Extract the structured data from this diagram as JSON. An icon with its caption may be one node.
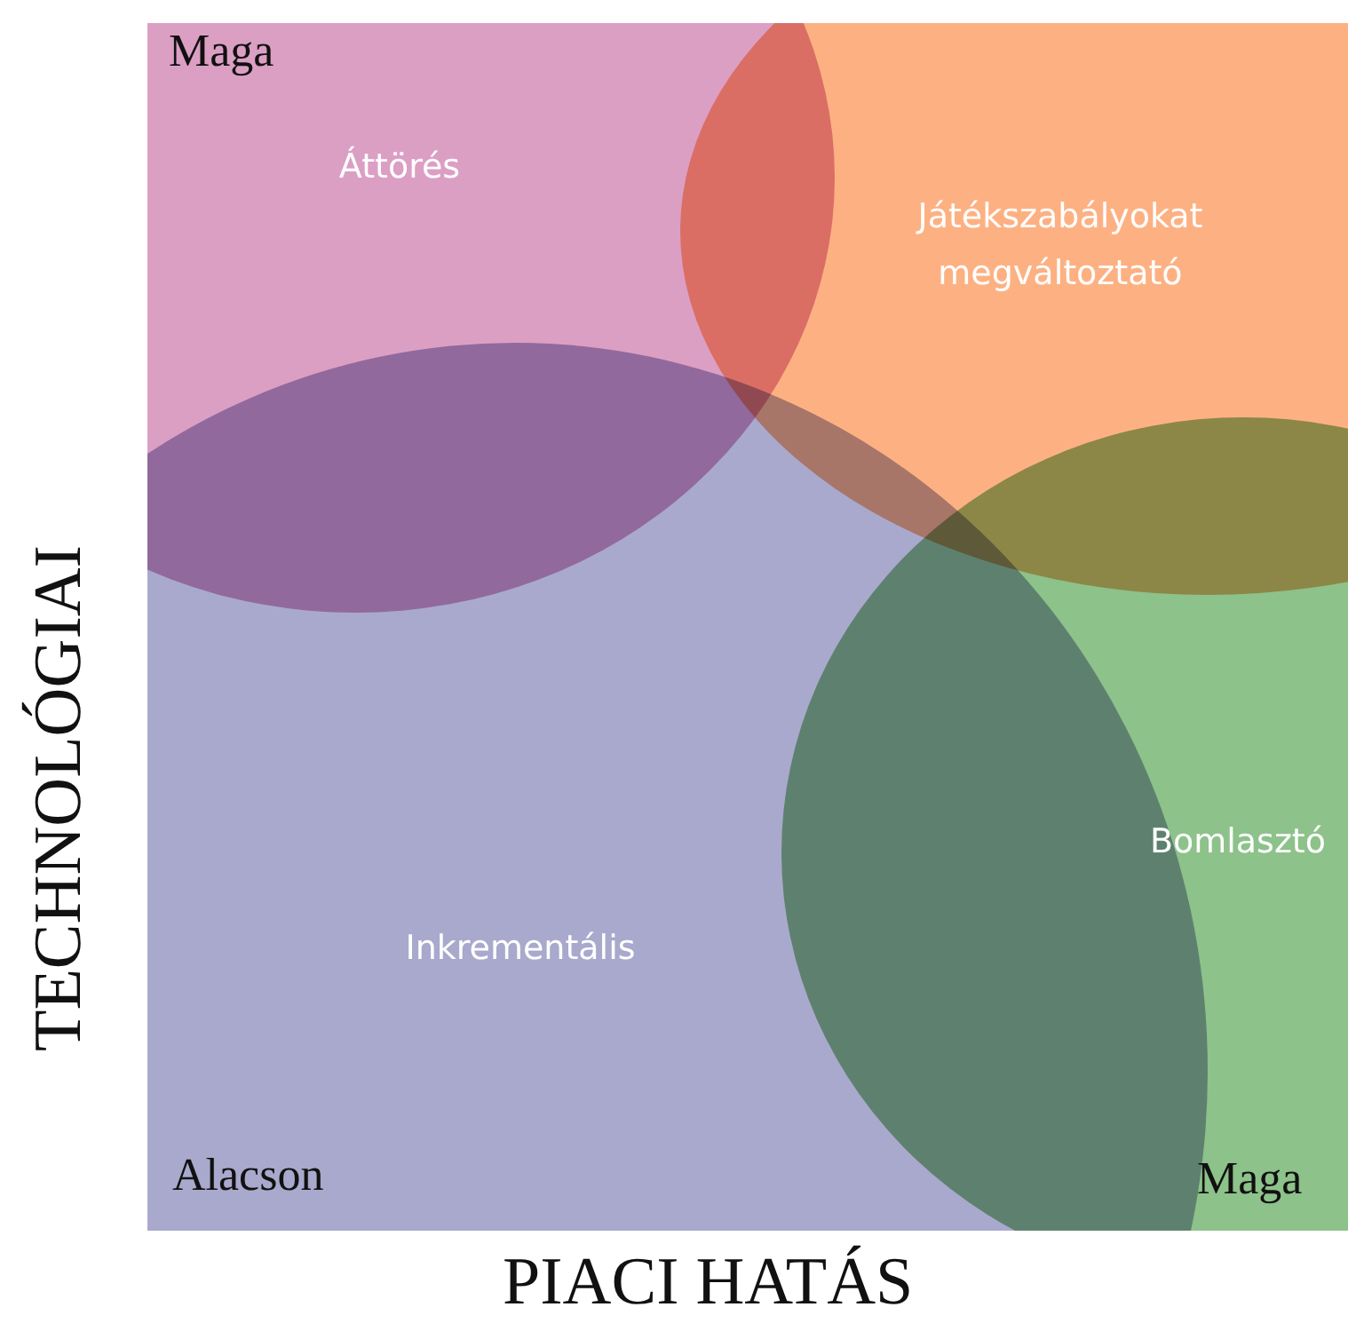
{
  "diagram": {
    "nodes": [
      {
        "text": [
          "Áttörés"
        ]
      },
      {
        "text": [
          "Játékszabályokat megváltoztató"
        ]
      },
      {
        "text": [
          "Inkrementális"
        ]
      },
      {
        "text": [
          "Bomlasztó"
        ]
      }
    ],
    "labels": [
      "Maga",
      "TECHNOLÓGIAI",
      "Alacson",
      "Maga",
      "PIACI HATÁS"
    ]
  }
}
